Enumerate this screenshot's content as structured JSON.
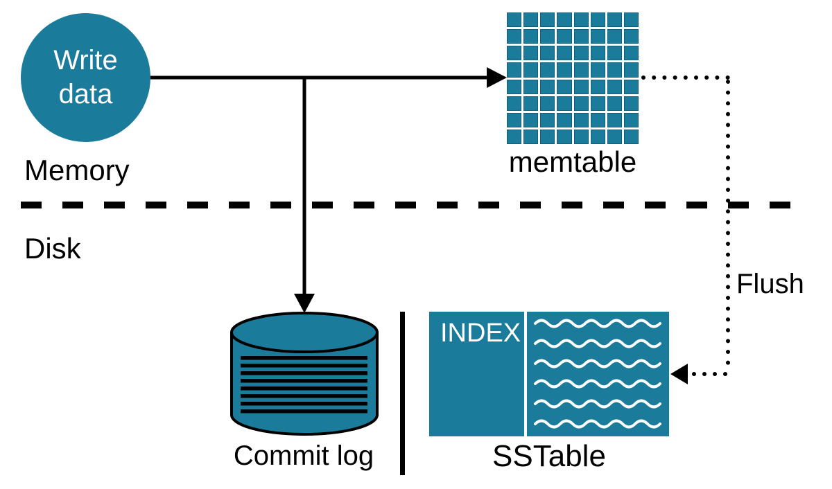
{
  "regions": {
    "memory_label": "Memory",
    "disk_label": "Disk"
  },
  "nodes": {
    "write_data": {
      "label": "Write data"
    },
    "memtable": {
      "label": "memtable",
      "rows": 8,
      "cols": 8
    },
    "commit_log": {
      "label": "Commit log",
      "log_lines": 8
    },
    "sstable": {
      "label": "SSTable",
      "index_label": "INDEX",
      "wave_lines": 6
    }
  },
  "edges": {
    "flush": {
      "label": "Flush"
    }
  },
  "colors": {
    "teal": "#1b7b9b",
    "teal_dark": "#0f607e",
    "line": "#000000",
    "wave": "#ffffff"
  }
}
